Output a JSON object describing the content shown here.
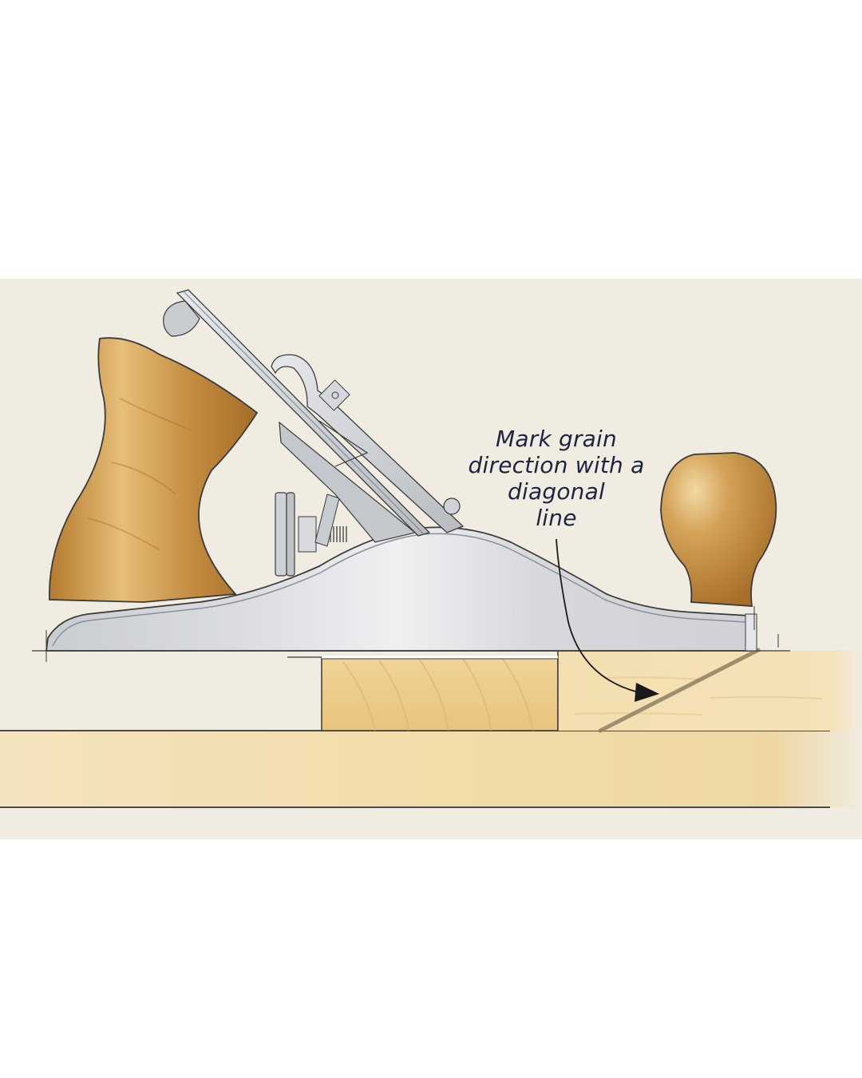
{
  "figure": {
    "subject": "bench plane on workpiece",
    "background_color": "#f1ece1",
    "page_color": "#ffffff",
    "colors": {
      "tote_wood": "#c8913e",
      "knob_wood": "#c08a3c",
      "plane_body": "#d3d5d9",
      "plane_body_highlight": "#eceef0",
      "board_light": "#f2dcaa",
      "board_dark": "#e8c67f",
      "bench": "#f0deb2",
      "callout_text": "#1e2340",
      "outline": "#3a3a3a",
      "grain_mark": "#8a7a5c"
    }
  },
  "callout": {
    "lines": [
      "Mark grain",
      "direction with a",
      "diagonal",
      "line"
    ]
  },
  "parts": {
    "tote": "rear-handle",
    "knob": "front-knob",
    "blade": "iron-and-chipbreaker",
    "lever_cap": "lever-cap",
    "adjuster": "depth-adjust-wheel",
    "body": "plane-body",
    "workpiece": "board",
    "bench": "bench-surface",
    "arrow": "callout-arrow",
    "mark": "diagonal-grain-mark"
  }
}
